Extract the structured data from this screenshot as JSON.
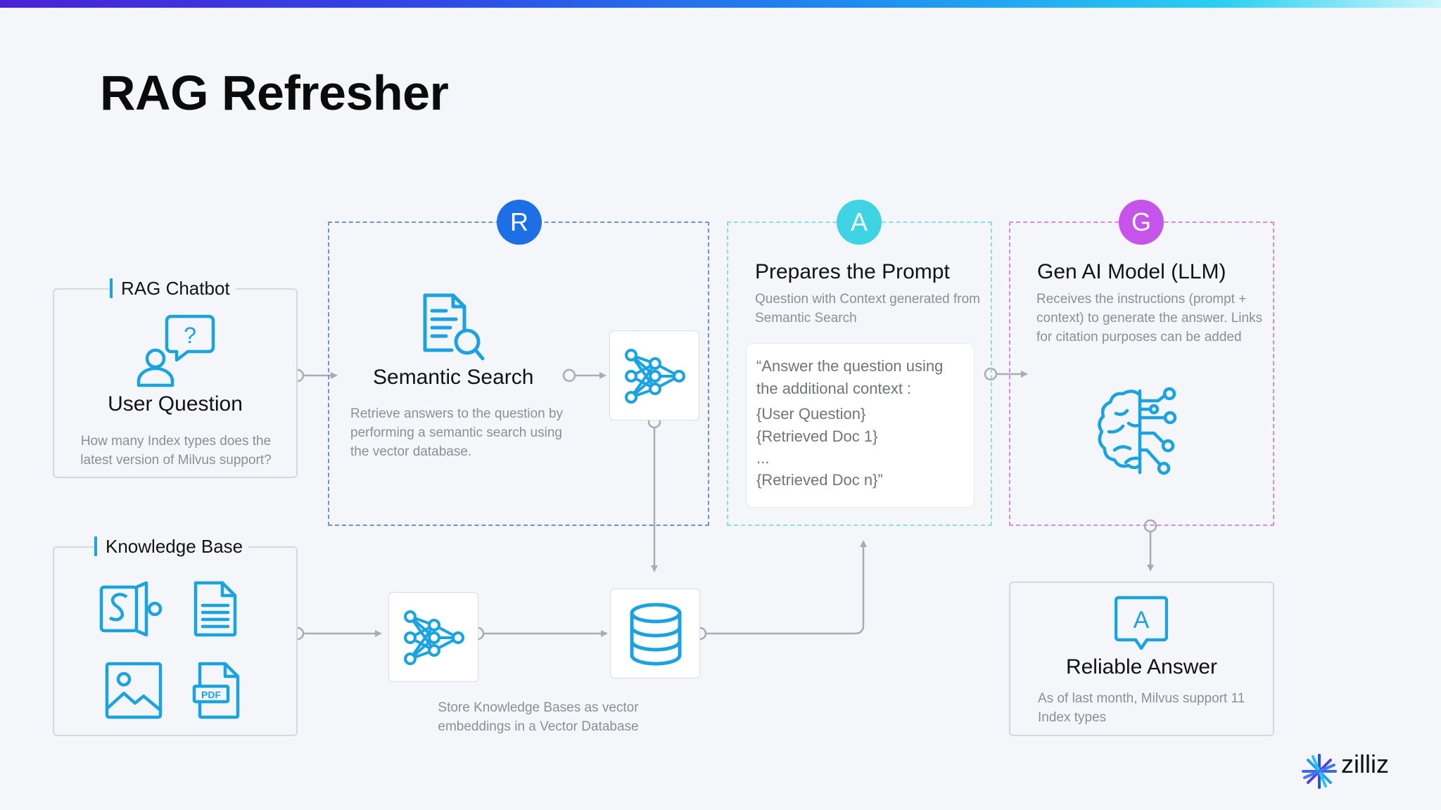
{
  "title": "RAG Refresher",
  "colors": {
    "retrieve": "#1c6fe6",
    "augment": "#3fd4e3",
    "generate": "#c653ea",
    "icon": "#19a3e2"
  },
  "rag_chatbot": {
    "label": "RAG Chatbot",
    "heading": "User Question",
    "text": "How many Index types does the latest version of Milvus support?"
  },
  "knowledge_base": {
    "label": "Knowledge Base",
    "icons": [
      "sharepoint-icon",
      "document-icon",
      "image-icon",
      "pdf-icon"
    ],
    "pdf_text": "PDF"
  },
  "retrieve": {
    "badge": "R",
    "heading": "Semantic Search",
    "text": "Retrieve answers to the question by performing a semantic search using the vector database."
  },
  "augment": {
    "badge": "A",
    "heading": "Prepares the Prompt",
    "text": "Question with Context generated from Semantic Search",
    "prompt_lines": [
      "“Answer the question using",
      "the additional context :",
      "{User Question}",
      "{Retrieved Doc 1}",
      "...",
      "{Retrieved Doc n}”"
    ]
  },
  "generate": {
    "badge": "G",
    "heading": "Gen AI Model (LLM)",
    "text": "Receives the instructions (prompt + context) to generate the answer. Links for citation purposes can be added"
  },
  "vector_db": {
    "caption": "Store Knowledge Bases as vector embeddings in a Vector Database"
  },
  "answer": {
    "badge": "A",
    "heading": "Reliable Answer",
    "text": "As of last month, Milvus support 11 Index types"
  },
  "brand": {
    "name": "zilliz"
  }
}
